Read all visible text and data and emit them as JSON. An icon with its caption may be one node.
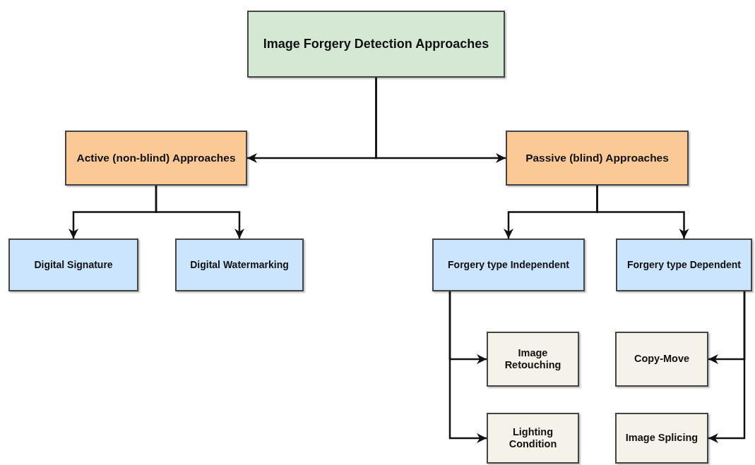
{
  "diagram": {
    "nodes": [
      {
        "text": [
          "Image Forgery Detection Approaches"
        ]
      },
      {
        "text": [
          "Active (non-blind) Approaches"
        ]
      },
      {
        "text": [
          "Passive (blind) Approaches"
        ]
      },
      {
        "text": [
          "Digital Signature"
        ]
      },
      {
        "text": [
          "Digital Watermarking"
        ]
      },
      {
        "text": [
          "Forgery type Independent"
        ]
      },
      {
        "text": [
          "Forgery type Dependent"
        ]
      },
      {
        "text": [
          "Image Retouching"
        ]
      },
      {
        "text": [
          "Lighting Condition"
        ]
      },
      {
        "text": [
          "Copy-Move"
        ]
      },
      {
        "text": [
          "Image Splicing"
        ]
      }
    ],
    "edges": [
      {
        "from": 0,
        "to": 1,
        "arrow": "to"
      },
      {
        "from": 0,
        "to": 2,
        "arrow": "to"
      },
      {
        "from": 1,
        "to": 3,
        "arrow": "to"
      },
      {
        "from": 1,
        "to": 4,
        "arrow": "to"
      },
      {
        "from": 2,
        "to": 5,
        "arrow": "to"
      },
      {
        "from": 2,
        "to": 6,
        "arrow": "to"
      },
      {
        "from": 5,
        "to": 7,
        "arrow": "to"
      },
      {
        "from": 5,
        "to": 8,
        "arrow": "to"
      },
      {
        "from": 6,
        "to": 9,
        "arrow": "to"
      },
      {
        "from": 6,
        "to": 10,
        "arrow": "to"
      }
    ]
  }
}
